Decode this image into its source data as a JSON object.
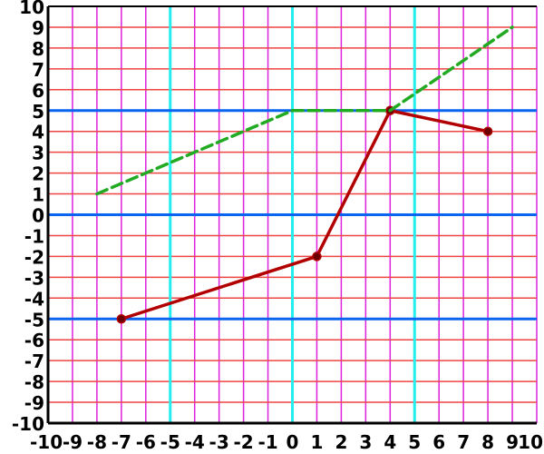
{
  "chart_data": {
    "type": "line",
    "title": "",
    "xlabel": "",
    "ylabel": "",
    "xlim": [
      -10,
      10
    ],
    "ylim": [
      -10,
      10
    ],
    "grid": true,
    "x_ticks": [
      "-10",
      "-9",
      "-8",
      "-7",
      "-6",
      "-5",
      "-4",
      "-3",
      "-2",
      "-1",
      "0",
      "1",
      "2",
      "3",
      "4",
      "5",
      "6",
      "7",
      "8",
      "9",
      "10"
    ],
    "y_ticks": [
      "10",
      "9",
      "8",
      "7",
      "6",
      "5",
      "4",
      "3",
      "2",
      "1",
      "0",
      "-1",
      "-2",
      "-3",
      "-4",
      "-5",
      "-6",
      "-7",
      "-8",
      "-9",
      "-10"
    ],
    "series": [
      {
        "style": "solid-with-markers",
        "color": "#b20000",
        "marker_color": "#6b0000",
        "points": [
          [
            -7,
            -5
          ],
          [
            1,
            -2
          ],
          [
            4,
            5
          ],
          [
            8,
            4
          ]
        ]
      },
      {
        "style": "dashed",
        "color": "#22aa22",
        "points": [
          [
            -8,
            1
          ],
          [
            0,
            5
          ],
          [
            4,
            5
          ],
          [
            9,
            9
          ]
        ]
      }
    ],
    "reference_lines": {
      "vertical": {
        "x": [
          -5,
          0,
          5
        ],
        "color": "#22eeee"
      },
      "horizontal": {
        "y": [
          5,
          0,
          -5
        ],
        "color": "#0a64f0"
      }
    },
    "colors": {
      "vertical_grid": "#dd22dd",
      "horizontal_grid": "#ee4444",
      "axis_frame": "#000000"
    }
  }
}
